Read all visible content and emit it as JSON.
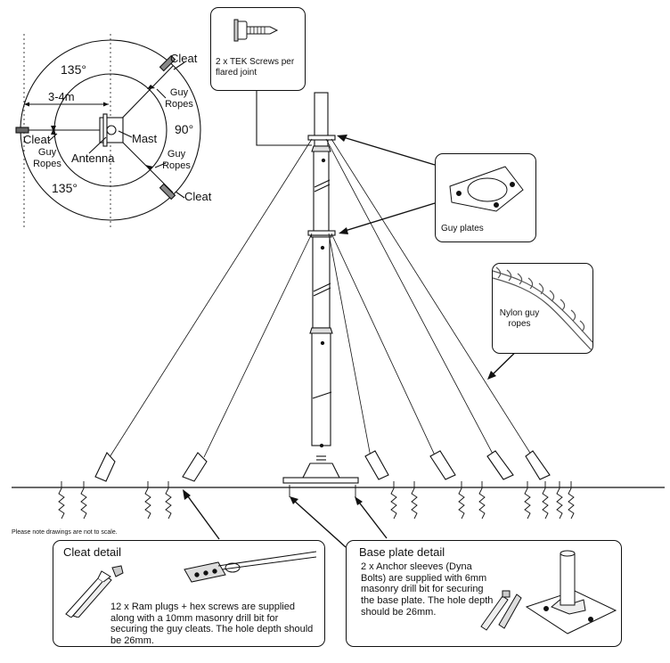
{
  "plan_view": {
    "angle_top_left": "135°",
    "angle_bottom_left": "135°",
    "angle_right": "90°",
    "distance": "3-4m",
    "cleat_top": "Cleat",
    "cleat_left": "Cleat",
    "cleat_bottom": "Cleat",
    "guy_ropes_top": "Guy Ropes",
    "guy_ropes_left": "Guy Ropes",
    "guy_ropes_right": "Guy Ropes",
    "mast": "Mast",
    "antenna": "Antenna"
  },
  "callouts": {
    "tek_screws": "2 x TEK Screws per flared joint",
    "guy_plates": "Guy plates",
    "nylon_ropes": "Nylon guy ropes"
  },
  "scale_note": "Please note drawings are not to scale.",
  "cleat_detail": {
    "title": "Cleat detail",
    "text": "12 x Ram plugs + hex screws are supplied along with a 10mm masonry drill bit for securing the guy cleats. The hole depth should be 26mm."
  },
  "base_plate_detail": {
    "title": "Base plate detail",
    "text": "2 x Anchor sleeves (Dyna Bolts) are supplied with 6mm masonry drill bit for securing the base plate. The hole depth should be 26mm."
  },
  "colors": {
    "line": "#111111",
    "background": "#ffffff",
    "metal": "#cfcfcf"
  }
}
